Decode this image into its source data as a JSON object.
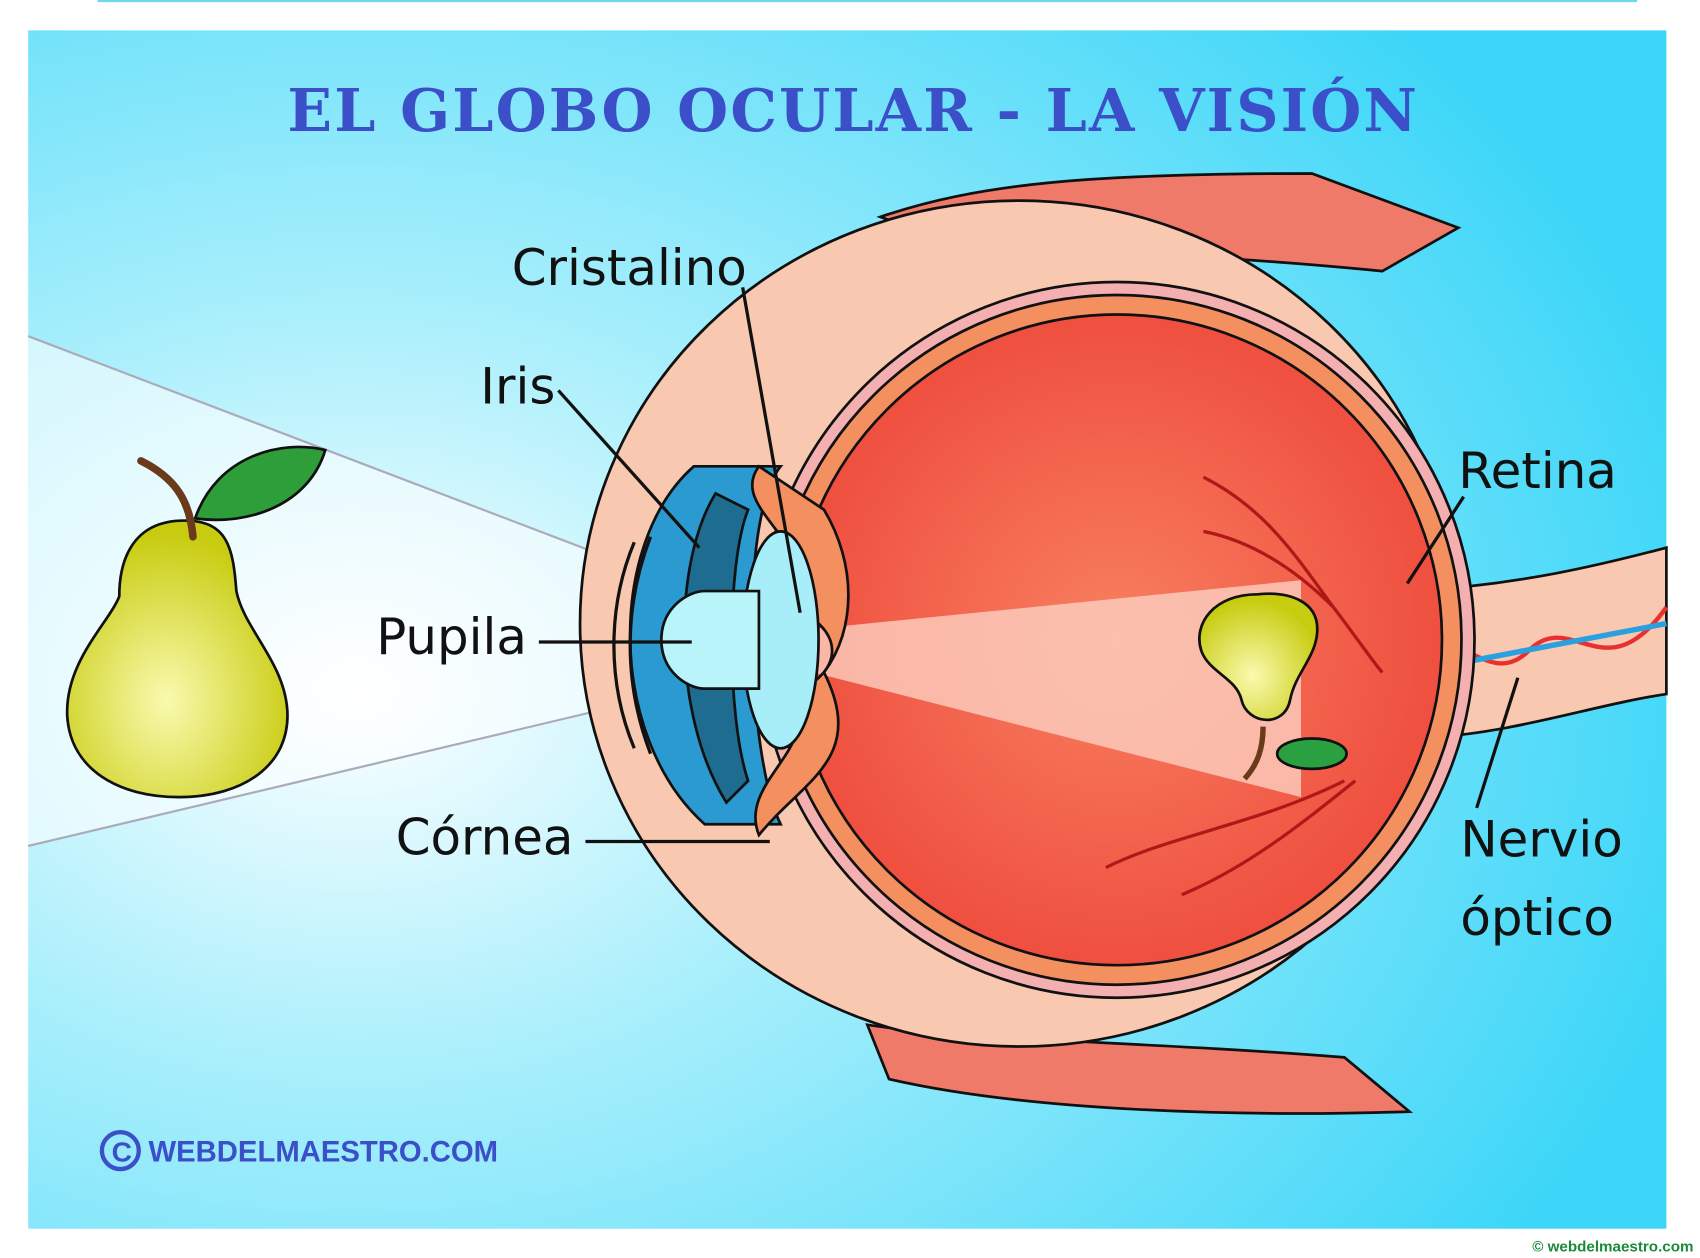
{
  "title": "EL GLOBO OCULAR - LA VISIÓN",
  "labels": {
    "cristalino": "Cristalino",
    "iris": "Iris",
    "pupila": "Pupila",
    "cornea": "Córnea",
    "retina": "Retina",
    "nervio_line1": "Nervio",
    "nervio_line2": "óptico"
  },
  "watermark": "WEBDELMAESTRO.COM",
  "copyright_symbol": "©",
  "footer_credit": "© webdelmaestro.com",
  "colors": {
    "title": "#3a4fc8",
    "background": "#3fd8f8",
    "sclera": "#f8c8b0",
    "interior": "#f05a48",
    "muscle": "#f07a6a",
    "pear": "#d8dc20"
  }
}
